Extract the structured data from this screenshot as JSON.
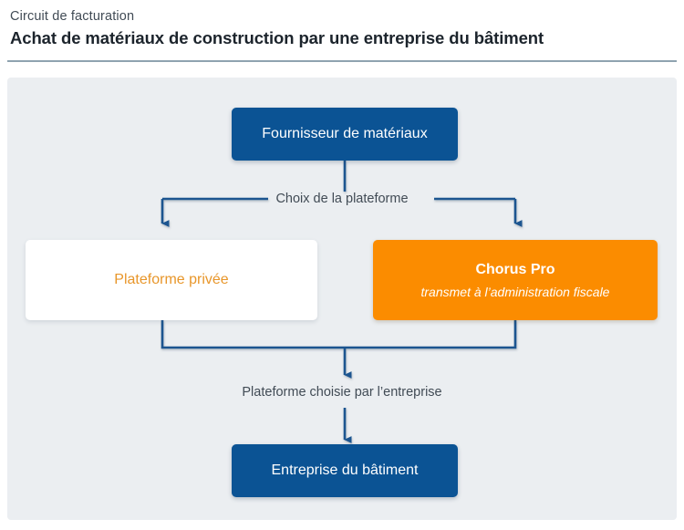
{
  "header": {
    "eyebrow": "Circuit de facturation",
    "title": "Achat de matériaux de construction par une entreprise du bâtiment"
  },
  "colors": {
    "panel_background": "#ebeef1",
    "node_blue": "#0b5394",
    "node_orange": "#fb8c00",
    "node_white_background": "#ffffff",
    "node_white_text": "#e8962a",
    "connector_blue": "#1a5490",
    "rule_gray": "#8fa3b0",
    "body_text": "#414b55"
  },
  "diagram": {
    "type": "flowchart",
    "nodes": [
      {
        "id": "supplier",
        "label": "Fournisseur de matériaux",
        "style": "blue",
        "role": "start"
      },
      {
        "id": "private-platform",
        "label": "Plateforme privée",
        "style": "white",
        "role": "option"
      },
      {
        "id": "chorus-pro",
        "label": "Chorus Pro",
        "sublabel": "transmet à l’administration fiscale",
        "style": "orange",
        "role": "option"
      },
      {
        "id": "company",
        "label": "Entreprise du bâtiment",
        "style": "blue",
        "role": "end"
      }
    ],
    "edge_labels": {
      "choice": "Choix de la plateforme",
      "chosen": "Plateforme choisie par l’entreprise"
    },
    "edges": [
      {
        "from": "supplier",
        "to": "private-platform",
        "label": "Choix de la plateforme"
      },
      {
        "from": "supplier",
        "to": "chorus-pro",
        "label": "Choix de la plateforme"
      },
      {
        "from": "private-platform",
        "to": "company",
        "label": "Plateforme choisie par l’entreprise"
      },
      {
        "from": "chorus-pro",
        "to": "company",
        "label": "Plateforme choisie par l’entreprise"
      }
    ]
  }
}
